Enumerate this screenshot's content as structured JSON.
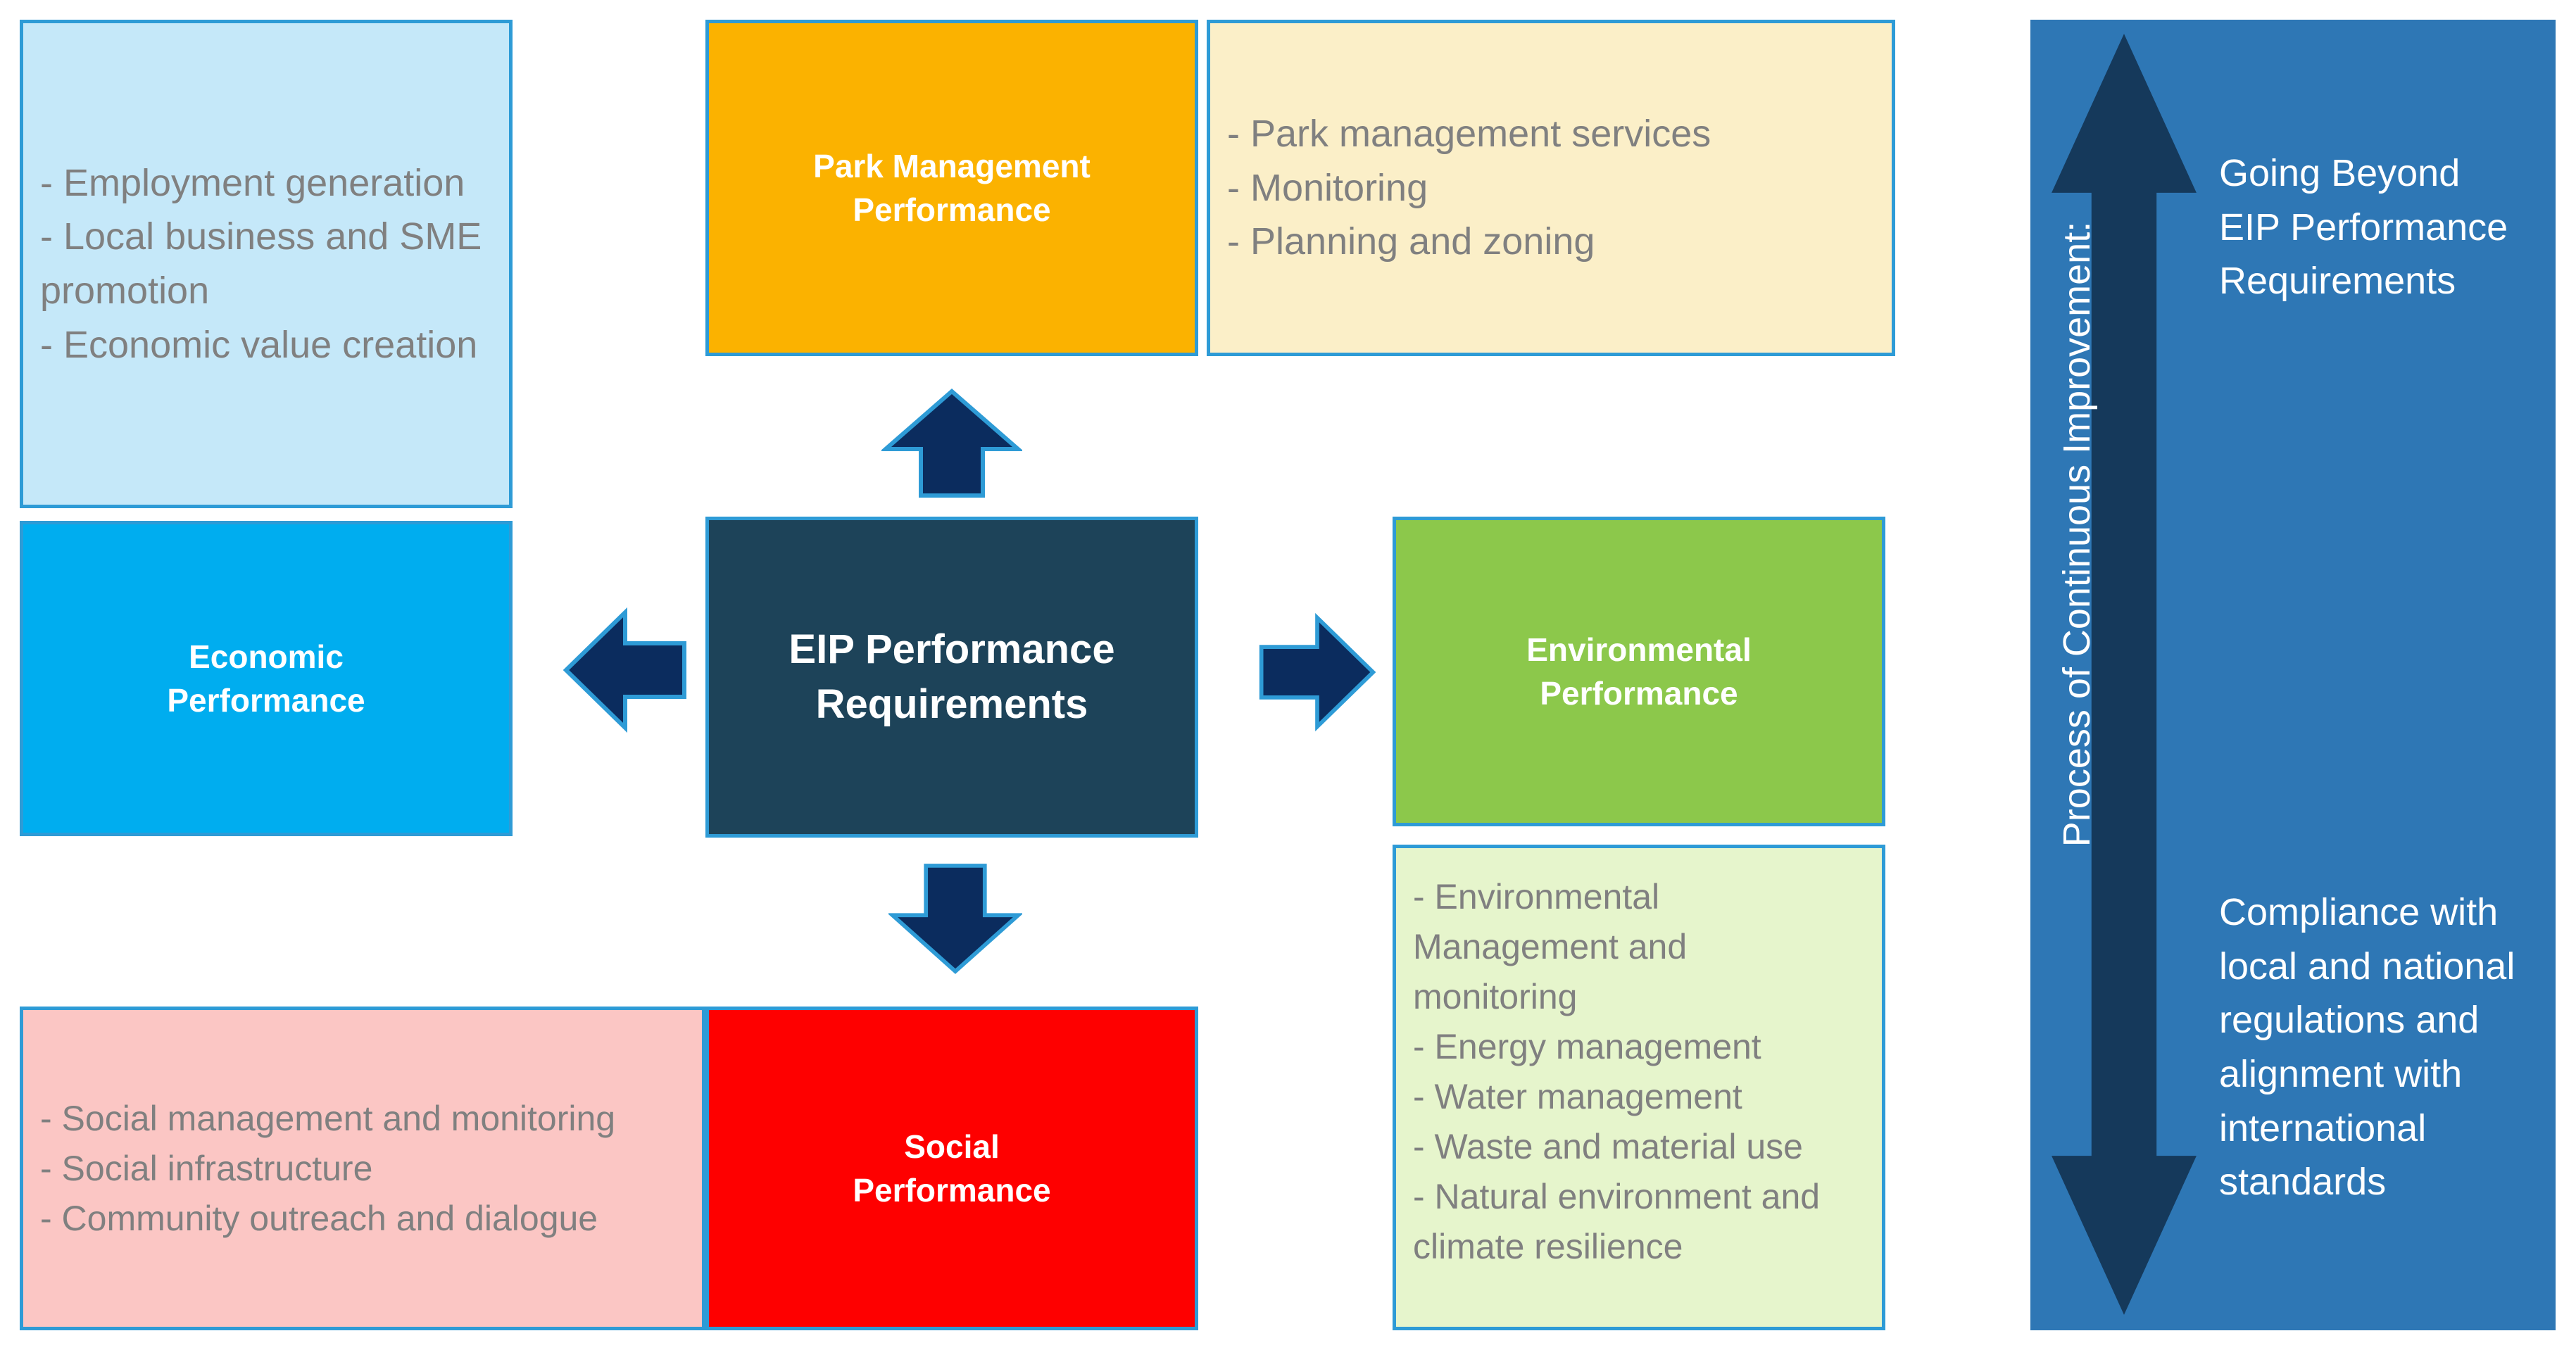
{
  "diagram": {
    "title": "EIP Performance Requirements framework",
    "colors": {
      "border": "#2e9bd6",
      "economic_detail": "#c5e8f9",
      "economic": "#00ADEF",
      "park": "#FBB200",
      "park_detail": "#FBEFC8",
      "eip_center": "#1D4359",
      "environmental": "#8CC84B",
      "environmental_detail": "#E6F5CC",
      "social_detail": "#FBC6C4",
      "social": "#FE0000",
      "improvement_panel": "#2E77B5",
      "arrow_navy": "#0B2C5E",
      "list_text": "#808080"
    }
  },
  "center": {
    "label": "EIP Performance\nRequirements"
  },
  "park": {
    "label": "Park  Management\nPerformance",
    "details": "- Park management services\n- Monitoring\n- Planning and zoning"
  },
  "economic": {
    "label": "Economic\nPerformance",
    "details": "- Employment generation\n- Local business and SME\npromotion\n- Economic value creation"
  },
  "environmental": {
    "label": "Environmental\nPerformance",
    "details": "- Environmental\nManagement and\nmonitoring\n- Energy management\n- Water management\n- Waste and material use\n- Natural environment and\nclimate resilience"
  },
  "social": {
    "label": "Social\nPerformance",
    "details": "- Social management and monitoring\n- Social infrastructure\n- Community outreach and dialogue"
  },
  "improvement": {
    "vertical_label": "Process of Continuous Improvement:",
    "top_text": "Going Beyond\nEIP Performance\nRequirements",
    "bottom_text": "Compliance with\nlocal and national\nregulations and\nalignment with\ninternational\nstandards"
  },
  "arrows": {
    "up": "arrow-up-icon",
    "left": "arrow-left-icon",
    "right": "arrow-right-icon",
    "down": "arrow-down-icon",
    "improvement": "double-arrow-vertical-icon"
  }
}
